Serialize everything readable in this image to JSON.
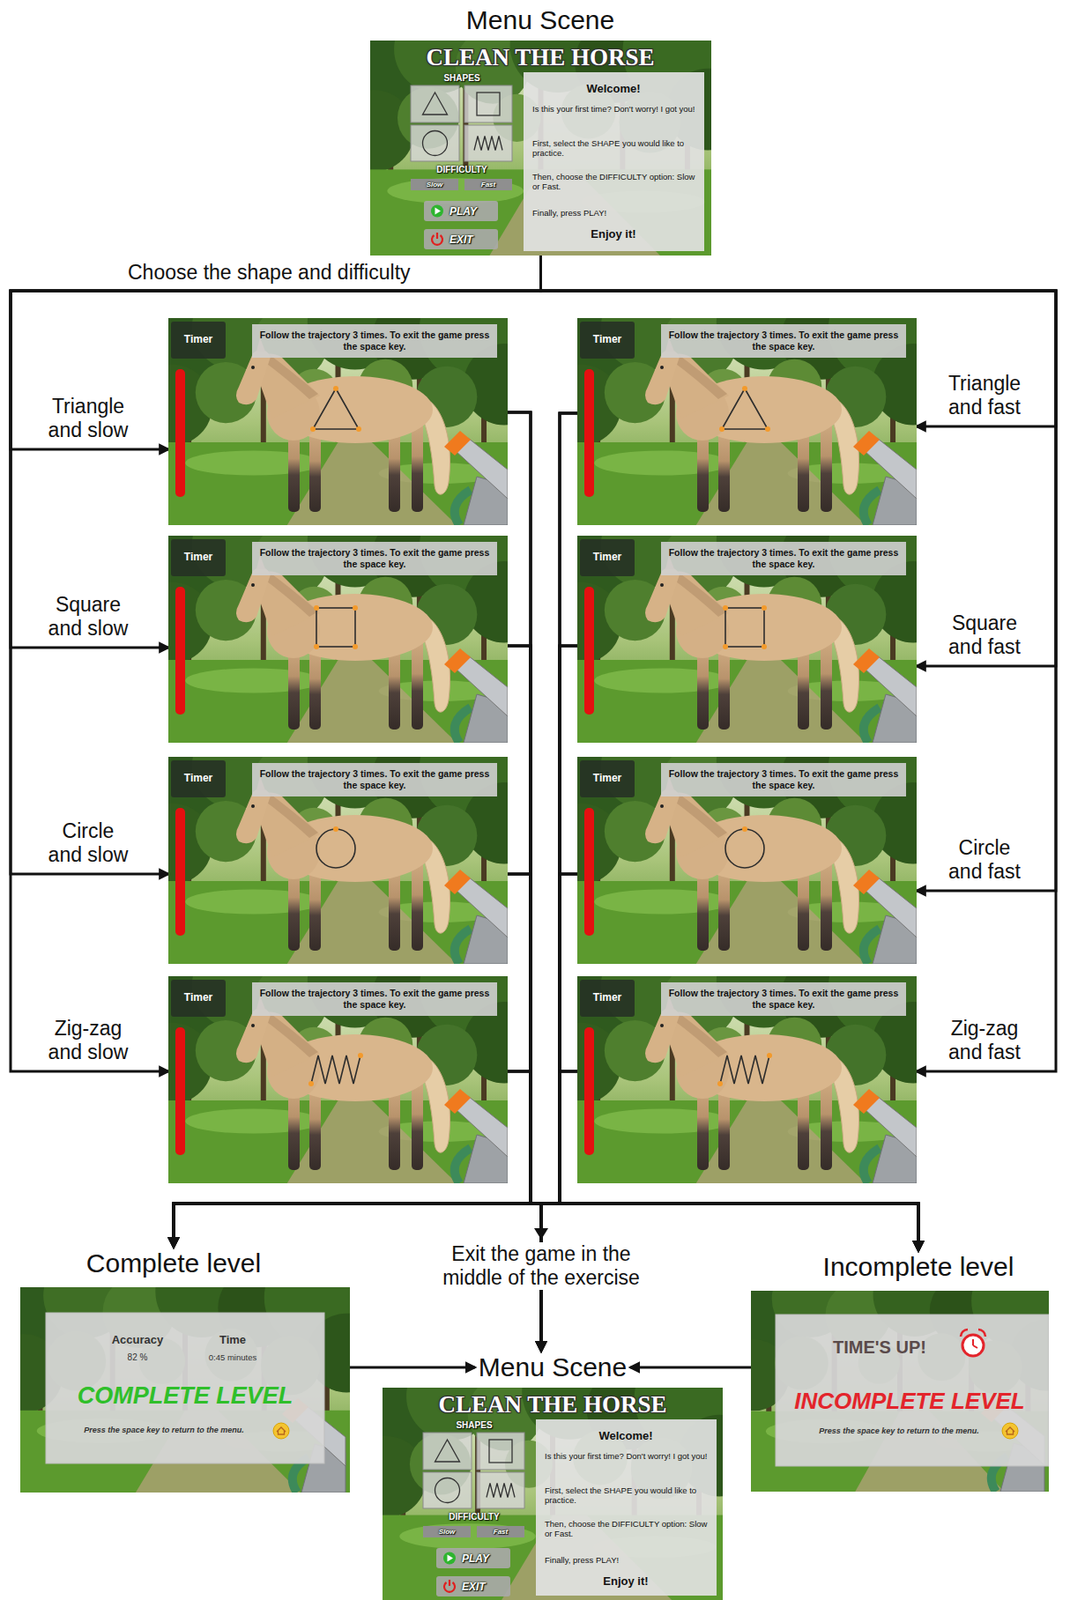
{
  "diagram": {
    "nodes": [
      {
        "text": [
          "Menu Scene",
          "CLEAN THE HORSE",
          "SHAPES",
          "DIFFICULTY",
          "Slow",
          "Fast",
          "PLAY",
          "EXIT",
          "Welcome!",
          "Is this your first time? Don't worry! I got you!",
          "First, select the SHAPE you would like to practice.",
          "Then, choose the DIFFICULTY option: Slow or Fast.",
          "Finally, press PLAY!",
          "Enjoy it!"
        ]
      },
      {
        "text": [
          "Timer",
          "Follow the trajectory 3 times. To exit the game press the space key."
        ]
      },
      {
        "text": [
          "Timer",
          "Follow the trajectory 3 times. To exit the game press the space key."
        ]
      },
      {
        "text": [
          "Timer",
          "Follow the trajectory 3 times. To exit the game press the space key."
        ]
      },
      {
        "text": [
          "Timer",
          "Follow the trajectory 3 times. To exit the game press the space key."
        ]
      },
      {
        "text": [
          "Timer",
          "Follow the trajectory 3 times. To exit the game press the space key."
        ]
      },
      {
        "text": [
          "Timer",
          "Follow the trajectory 3 times. To exit the game press the space key."
        ]
      },
      {
        "text": [
          "Timer",
          "Follow the trajectory 3 times. To exit the game press the space key."
        ]
      },
      {
        "text": [
          "Timer",
          "Follow the trajectory 3 times. To exit the game press the space key."
        ]
      },
      {
        "text": [
          "Complete level",
          "Accuracy",
          "82 %",
          "Time",
          "0:45 minutes",
          "COMPLETE LEVEL",
          "Press the space key to return to the menu."
        ]
      },
      {
        "text": [
          "Menu Scene",
          "CLEAN THE HORSE",
          "SHAPES",
          "DIFFICULTY",
          "Slow",
          "Fast",
          "PLAY",
          "EXIT",
          "Welcome!",
          "Is this your first time? Don't worry! I got you!",
          "First, select the SHAPE you would like to practice.",
          "Then, choose the DIFFICULTY option: Slow or Fast.",
          "Finally, press PLAY!",
          "Enjoy it!"
        ]
      },
      {
        "text": [
          "Incomplete level",
          "TIME'S UP!",
          "INCOMPLETE LEVEL",
          "Press the space key to return to the menu."
        ]
      }
    ],
    "edges": [
      {
        "from": 0,
        "to": 1,
        "label": "Triangle and slow",
        "arrow": "to"
      },
      {
        "from": 0,
        "to": 2,
        "label": "Square and slow",
        "arrow": "to"
      },
      {
        "from": 0,
        "to": 3,
        "label": "Circle and slow",
        "arrow": "to"
      },
      {
        "from": 0,
        "to": 4,
        "label": "Zig-zag and slow",
        "arrow": "to"
      },
      {
        "from": 0,
        "to": 5,
        "label": "Triangle and fast",
        "arrow": "to"
      },
      {
        "from": 0,
        "to": 6,
        "label": "Square and fast",
        "arrow": "to"
      },
      {
        "from": 0,
        "to": 7,
        "label": "Circle and fast",
        "arrow": "to"
      },
      {
        "from": 0,
        "to": 8,
        "label": "Zig-zag and fast",
        "arrow": "to"
      },
      {
        "from": 1,
        "to": 9,
        "arrow": "to"
      },
      {
        "from": 2,
        "to": 9,
        "arrow": "to"
      },
      {
        "from": 3,
        "to": 9,
        "arrow": "to"
      },
      {
        "from": 4,
        "to": 9,
        "arrow": "to"
      },
      {
        "from": 5,
        "to": 9,
        "arrow": "to"
      },
      {
        "from": 6,
        "to": 9,
        "arrow": "to"
      },
      {
        "from": 7,
        "to": 9,
        "arrow": "to"
      },
      {
        "from": 8,
        "to": 9,
        "arrow": "to"
      },
      {
        "from": 1,
        "to": 10,
        "arrow": "to"
      },
      {
        "from": 2,
        "to": 10,
        "arrow": "to"
      },
      {
        "from": 3,
        "to": 10,
        "arrow": "to"
      },
      {
        "from": 4,
        "to": 10,
        "arrow": "to"
      },
      {
        "from": 5,
        "to": 10,
        "arrow": "to"
      },
      {
        "from": 6,
        "to": 10,
        "arrow": "to"
      },
      {
        "from": 7,
        "to": 10,
        "arrow": "to"
      },
      {
        "from": 8,
        "to": 10,
        "arrow": "to"
      },
      {
        "from": 1,
        "to": 11,
        "arrow": "to"
      },
      {
        "from": 2,
        "to": 11,
        "arrow": "to"
      },
      {
        "from": 3,
        "to": 11,
        "arrow": "to"
      },
      {
        "from": 4,
        "to": 11,
        "arrow": "to"
      },
      {
        "from": 5,
        "to": 11,
        "arrow": "to"
      },
      {
        "from": 6,
        "to": 11,
        "arrow": "to"
      },
      {
        "from": 7,
        "to": 11,
        "arrow": "to"
      },
      {
        "from": 8,
        "to": 11,
        "arrow": "to"
      },
      {
        "from": 9,
        "to": 10,
        "arrow": "to"
      },
      {
        "from": 11,
        "to": 10,
        "arrow": "to"
      }
    ],
    "labels": [
      "Choose the shape and difficulty",
      "Exit the game in the middle of the exercise"
    ]
  }
}
